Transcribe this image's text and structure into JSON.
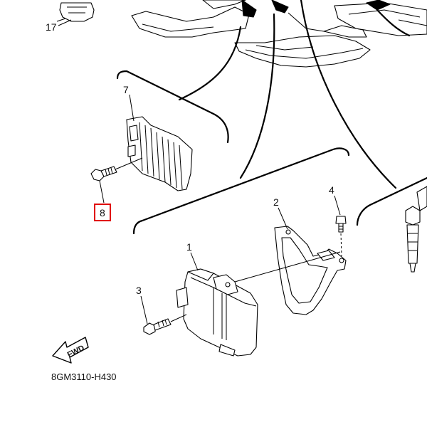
{
  "callouts": [
    {
      "id": "1",
      "text": "1"
    },
    {
      "id": "2",
      "text": "2"
    },
    {
      "id": "3",
      "text": "3"
    },
    {
      "id": "4",
      "text": "4"
    },
    {
      "id": "7",
      "text": "7"
    },
    {
      "id": "8",
      "text": "8",
      "highlight_color": "#e00000"
    },
    {
      "id": "17",
      "text": "17"
    }
  ],
  "fwd_label": "FWD",
  "diagram_code": "8GM3110-H430"
}
